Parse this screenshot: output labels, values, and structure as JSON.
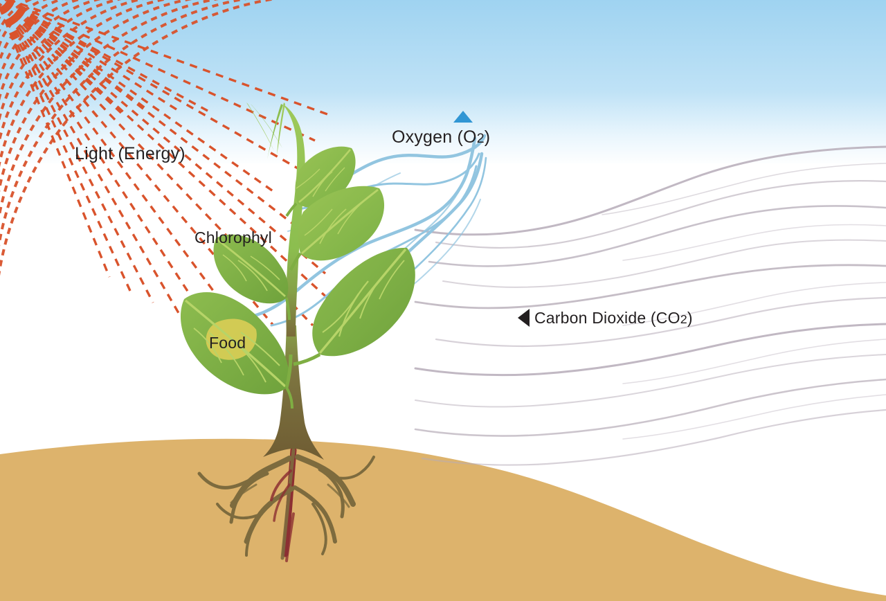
{
  "diagram": {
    "title": "Photosynthesis diagram",
    "labels": {
      "light": "Light (Energy)",
      "chlorophyl": "Chlorophyl",
      "food": "Food",
      "oxygen_name": "Oxygen (O",
      "oxygen_sub": "2",
      "oxygen_close": ")",
      "co2_name": "Carbon Dioxide (CO",
      "co2_sub": "2",
      "co2_close": ")"
    },
    "markers": {
      "oxygen_arrow": "triangle-up-icon",
      "co2_arrow": "triangle-left-icon"
    },
    "colors": {
      "sky_top": "#9fd3f1",
      "sky_bottom": "#ffffff",
      "soil": "#ddb36c",
      "sun_ray": "#d9532c",
      "leaf": "#7fae43",
      "leaf_dark": "#5f9a3c",
      "leaf_vein": "#b7d468",
      "stem": "#8cbe4f",
      "trunk": "#7a6a3a",
      "root": "#7d6b3e",
      "root_red": "#8c2f32",
      "oxygen_line": "#92c5e0",
      "co2_line": "#b6acb8",
      "food_patch": "#d6cc55",
      "oxygen_marker": "#3196d4",
      "co2_marker": "#231f20",
      "text": "#231f20"
    }
  }
}
